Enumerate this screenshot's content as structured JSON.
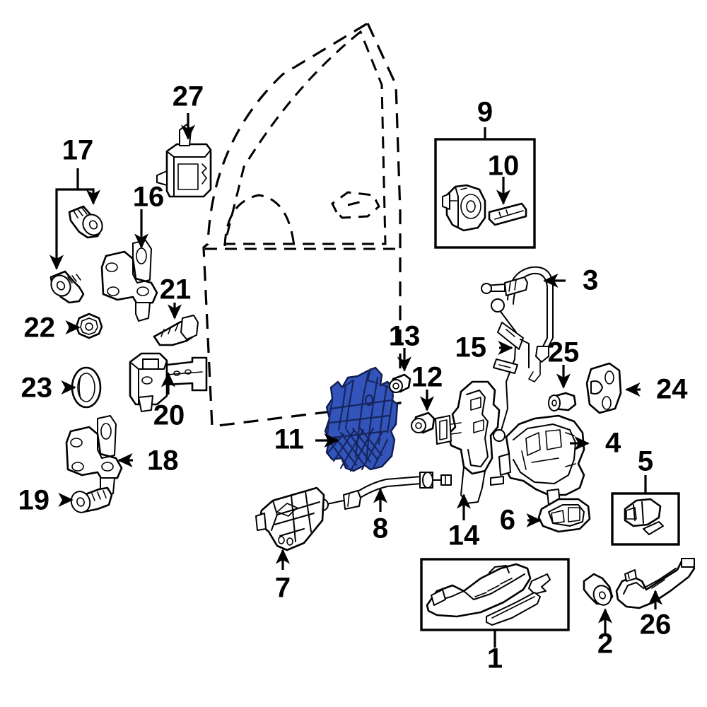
{
  "diagram": {
    "title": "Front Door Lock, Handle and Hinge Exploded View",
    "background_color": "#ffffff",
    "line_color": "#000000",
    "highlight_color": "#3355bb",
    "highlight_stroke_color": "#16255c",
    "highlighted_item": "11"
  },
  "callouts": [
    {
      "id": "1",
      "label": "1",
      "name": "outside-door-handle-assembly",
      "boxed": true
    },
    {
      "id": "2",
      "label": "2",
      "name": "handle-retaining-screw",
      "boxed": false
    },
    {
      "id": "3",
      "label": "3",
      "name": "lock-cylinder-cable",
      "boxed": false
    },
    {
      "id": "4",
      "label": "4",
      "name": "door-handle-base-bracket",
      "boxed": false
    },
    {
      "id": "5",
      "label": "5",
      "name": "handle-end-cap",
      "boxed": true
    },
    {
      "id": "6",
      "label": "6",
      "name": "handle-bezel-cover",
      "boxed": false
    },
    {
      "id": "7",
      "label": "7",
      "name": "inside-handle-bezel",
      "boxed": false
    },
    {
      "id": "8",
      "label": "8",
      "name": "latch-release-cable",
      "boxed": false
    },
    {
      "id": "9",
      "label": "9",
      "name": "lock-cylinder-kit",
      "boxed": true
    },
    {
      "id": "10",
      "label": "10",
      "name": "door-key",
      "boxed": false
    },
    {
      "id": "11",
      "label": "11",
      "name": "door-lock-latch-actuator",
      "boxed": false
    },
    {
      "id": "12",
      "label": "12",
      "name": "latch-mounting-grommet",
      "boxed": false
    },
    {
      "id": "13",
      "label": "13",
      "name": "latch-mounting-plug",
      "boxed": false
    },
    {
      "id": "14",
      "label": "14",
      "name": "handle-reinforcement-bracket",
      "boxed": false
    },
    {
      "id": "15",
      "label": "15",
      "name": "lock-rod-linkage",
      "boxed": false
    },
    {
      "id": "16",
      "label": "16",
      "name": "lower-door-hinge",
      "boxed": false
    },
    {
      "id": "17",
      "label": "17",
      "name": "hinge-mounting-bolts",
      "boxed": false
    },
    {
      "id": "18",
      "label": "18",
      "name": "upper-door-hinge",
      "boxed": false
    },
    {
      "id": "19",
      "label": "19",
      "name": "hinge-bolt",
      "boxed": false
    },
    {
      "id": "20",
      "label": "20",
      "name": "door-check-strap",
      "boxed": false
    },
    {
      "id": "21",
      "label": "21",
      "name": "door-check-bolt",
      "boxed": false
    },
    {
      "id": "22",
      "label": "22",
      "name": "flange-nut",
      "boxed": false
    },
    {
      "id": "23",
      "label": "23",
      "name": "access-hole-plug",
      "boxed": false
    },
    {
      "id": "24",
      "label": "24",
      "name": "door-striker",
      "boxed": false
    },
    {
      "id": "25",
      "label": "25",
      "name": "striker-bolt",
      "boxed": false
    },
    {
      "id": "26",
      "label": "26",
      "name": "handle-lever-arm",
      "boxed": false
    },
    {
      "id": "27",
      "label": "27",
      "name": "door-lock-switch-module",
      "boxed": false
    }
  ]
}
